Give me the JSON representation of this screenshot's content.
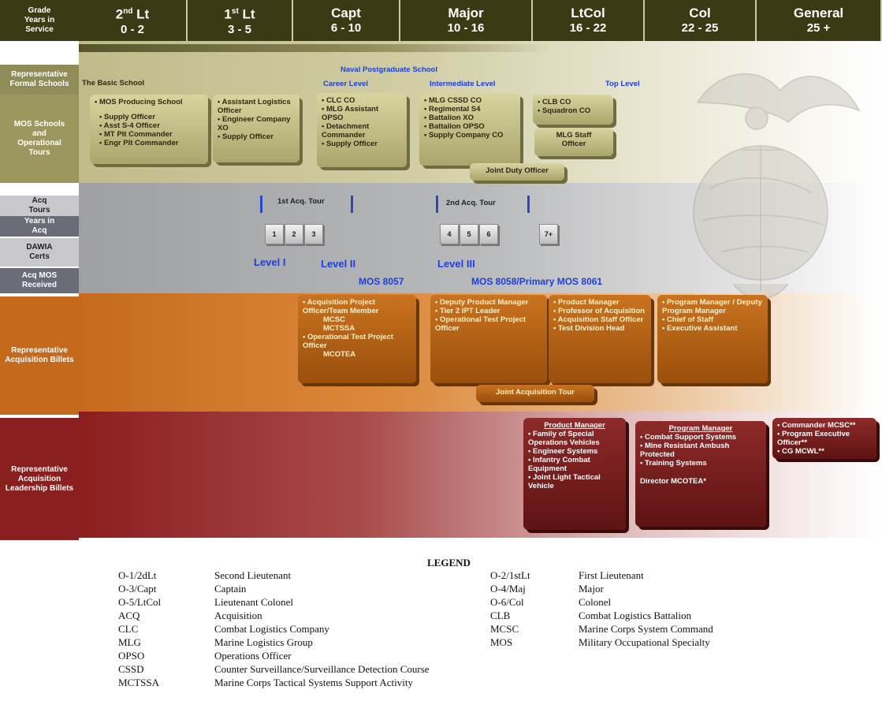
{
  "header": {
    "corner": [
      "Grade",
      "Years in",
      "Service"
    ],
    "grades": [
      {
        "rank_main": "2",
        "rank_sup": "nd",
        "rank_rest": " Lt",
        "years": "0 - 2"
      },
      {
        "rank_main": "1",
        "rank_sup": "st",
        "rank_rest": " Lt",
        "years": "3 - 5"
      },
      {
        "rank_main": "Capt",
        "rank_sup": "",
        "rank_rest": "",
        "years": "6 - 10"
      },
      {
        "rank_main": "Major",
        "rank_sup": "",
        "rank_rest": "",
        "years": "10 - 16"
      },
      {
        "rank_main": "LtCol",
        "rank_sup": "",
        "rank_rest": "",
        "years": "16 - 22"
      },
      {
        "rank_main": "Col",
        "rank_sup": "",
        "rank_rest": "",
        "years": "22 - 25"
      },
      {
        "rank_main": "General",
        "rank_sup": "",
        "rank_rest": "",
        "years": "25 +"
      }
    ]
  },
  "sidebar": {
    "formal_schools": "Representative Formal Schools",
    "mos_schools": "MOS Schools and Operational Tours",
    "acq_tours": "Acq Tours",
    "years_in_acq": "Years in Acq",
    "dawia": "DAWIA Certs",
    "acq_mos": "Acq MOS Received",
    "acq_billets": "Representative Acquisition Billets",
    "leadership_billets": "Representative Acquisition Leadership Billets"
  },
  "schools": {
    "npgs": "Naval Postgraduate School",
    "basic": "The Basic School",
    "career": "Career Level",
    "intermediate": "Intermediate Level",
    "top": "Top Level"
  },
  "tours": {
    "box1_title": "• MOS Producing School",
    "box1_items": [
      "• Supply Officer",
      "• Asst S-4 Officer",
      "• MT Plt Commander",
      "• Engr Plt Commander"
    ],
    "box2_items": [
      "• Assistant Logistics Officer",
      "• Engineer Company XO",
      "• Supply Officer"
    ],
    "box3_items": [
      "• CLC CO",
      "• MLG Assistant OPSO",
      "• Detachment Commander",
      "• Supply Officer"
    ],
    "box4_items": [
      "• MLG CSSD CO",
      "• Regimental S4",
      "• Battalion XO",
      "• Battalion OPSO",
      "• Supply Company CO"
    ],
    "box5_items": [
      "• CLB CO",
      "• Squadron CO"
    ],
    "box6": "MLG Staff Officer",
    "box7": "Joint Duty Officer"
  },
  "acq": {
    "tour1": "1st Acq. Tour",
    "tour2": "2nd Acq. Tour",
    "years": [
      "1",
      "2",
      "3",
      "4",
      "5",
      "6",
      "7+"
    ],
    "level1": "Level I",
    "level2": "Level II",
    "level3": "Level III",
    "mos1": "MOS 8057",
    "mos2": "MOS 8058/Primary MOS 8061"
  },
  "billets": {
    "b1": [
      "• Acquisition Project Officer/Team Member",
      "MCSC",
      "MCTSSA",
      "• Operational Test Project Officer",
      "MCOTEA"
    ],
    "b2": [
      "• Deputy Product Manager",
      "• Tier 2 IPT Leader",
      "• Operational Test Project Officer"
    ],
    "b3": [
      "• Product Manager",
      "• Professor of Acquisition",
      "• Acquisition Staff Officer",
      "• Test Division Head"
    ],
    "b4": [
      "• Program Manager / Deputy Program Manager",
      "• Chief of Staff",
      "• Executive Assistant"
    ],
    "joint": "Joint Acquisition Tour"
  },
  "leadership": {
    "pm_title": "Product Manager",
    "pm_items": [
      "• Family of Special Operations Vehicles",
      "• Engineer Systems",
      "• Infantry Combat Equipment",
      "• Joint Light Tactical Vehicle"
    ],
    "prog_title": "Program Manager",
    "prog_items": [
      "• Combat Support Systems",
      "• Mine Resistant Ambush Protected",
      "• Training Systems"
    ],
    "prog_footer": "Director MCOTEA*",
    "gen_items": [
      "• Commander MCSC**",
      "• Program Executive Officer**",
      "• CG MCWL**"
    ]
  },
  "legend": {
    "title": "LEGEND",
    "left": [
      {
        "abbr": "O-1/2dLt",
        "def": "Second Lieutenant"
      },
      {
        "abbr": "O-3/Capt",
        "def": "Captain"
      },
      {
        "abbr": "O-5/LtCol",
        "def": "Lieutenant Colonel"
      },
      {
        "abbr": "ACQ",
        "def": "Acquisition"
      },
      {
        "abbr": "CLC",
        "def": "Combat Logistics Company"
      },
      {
        "abbr": "MLG",
        "def": "Marine Logistics Group"
      },
      {
        "abbr": "OPSO",
        "def": "Operations Officer"
      },
      {
        "abbr": "CSSD",
        "def": "Counter Surveillance/Surveillance Detection Course"
      },
      {
        "abbr": "MCTSSA",
        "def": "Marine Corps Tactical Systems Support Activity"
      }
    ],
    "right": [
      {
        "abbr": "O-2/1stLt",
        "def": "First Lieutenant"
      },
      {
        "abbr": "O-4/Maj",
        "def": "Major"
      },
      {
        "abbr": "O-6/Col",
        "def": "Colonel"
      },
      {
        "abbr": "CLB",
        "def": "Combat Logistics Battalion"
      },
      {
        "abbr": "MCSC",
        "def": "Marine Corps System Command"
      },
      {
        "abbr": "MOS",
        "def": "Military Occupational Specialty"
      }
    ]
  }
}
